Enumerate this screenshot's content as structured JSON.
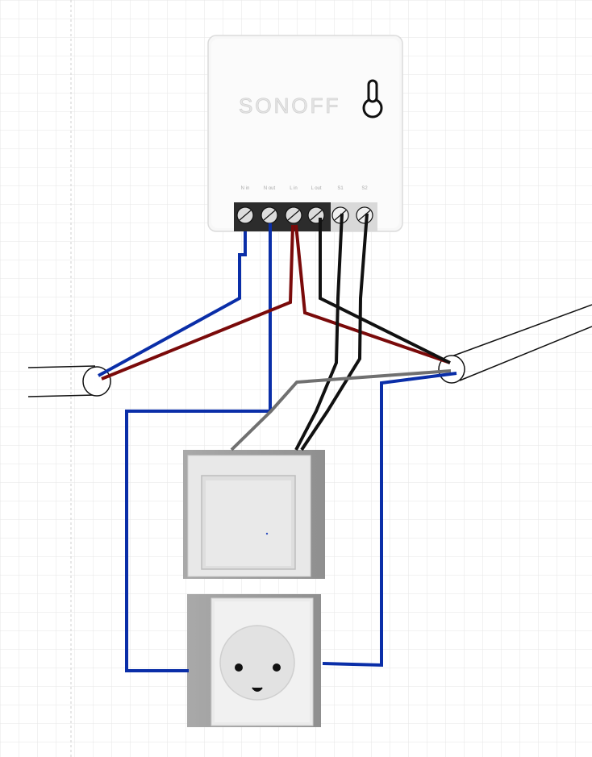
{
  "device": {
    "brand": "SONOFF",
    "terminals": [
      {
        "label": "N in"
      },
      {
        "label": "N out"
      },
      {
        "label": "L in"
      },
      {
        "label": "L out"
      },
      {
        "label": "S1"
      },
      {
        "label": "S2"
      }
    ]
  },
  "wire_colors": {
    "neutral": "#0a2ea8",
    "live": "#7a0a0a",
    "switch": "#111111",
    "switched_live": "#707070"
  },
  "background": {
    "grid": true,
    "grid_color": "#e6e6e6"
  }
}
